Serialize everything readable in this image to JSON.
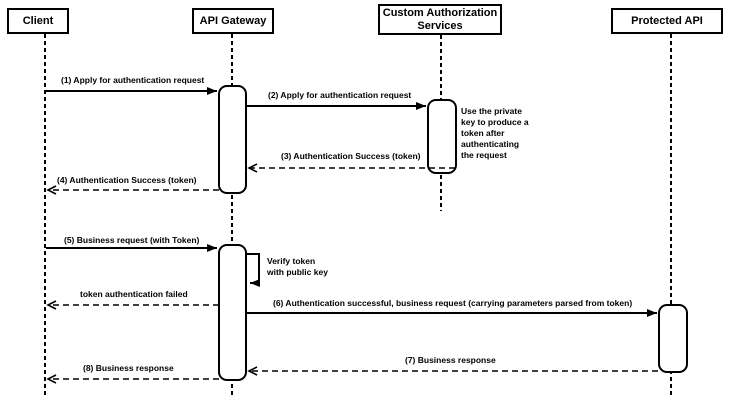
{
  "colors": {
    "stroke": "#000000",
    "fill": "#ffffff",
    "text": "#000000"
  },
  "actors": [
    {
      "id": "client",
      "label": "Client"
    },
    {
      "id": "api-gateway",
      "label": "API Gateway"
    },
    {
      "id": "custom-authorization-services",
      "label": "Custom Authorization Services"
    },
    {
      "id": "protected-api",
      "label": "Protected API"
    }
  ],
  "messages": [
    {
      "label": "(1) Apply for authentication request",
      "from": "Client",
      "to": "API Gateway",
      "style": "solid"
    },
    {
      "label": "(2) Apply for authentication request",
      "from": "API Gateway",
      "to": "Custom Authorization Services",
      "style": "solid"
    },
    {
      "label": "(3) Authentication Success (token)",
      "from": "Custom Authorization Services",
      "to": "API Gateway",
      "style": "dashed"
    },
    {
      "label": "(4) Authentication Success (token)",
      "from": "API Gateway",
      "to": "Client",
      "style": "dashed"
    },
    {
      "label": "(5) Business request (with Token)",
      "from": "Client",
      "to": "API Gateway",
      "style": "solid"
    },
    {
      "label": "token authentication failed",
      "from": "API Gateway",
      "to": "Client",
      "style": "dashed"
    },
    {
      "label": "(6) Authentication successful, business request (carrying parameters parsed from token)",
      "from": "API Gateway",
      "to": "Protected API",
      "style": "solid"
    },
    {
      "label": "(7) Business response",
      "from": "Protected API",
      "to": "API Gateway",
      "style": "dashed"
    },
    {
      "label": "(8) Business response",
      "from": "API Gateway",
      "to": "Client",
      "style": "dashed"
    }
  ],
  "self_message": {
    "actor": "API Gateway",
    "label": "Verify token\nwith public key"
  },
  "note": {
    "label": "Use the private\nkey to produce a\ntoken after\nauthenticating\nthe request"
  }
}
